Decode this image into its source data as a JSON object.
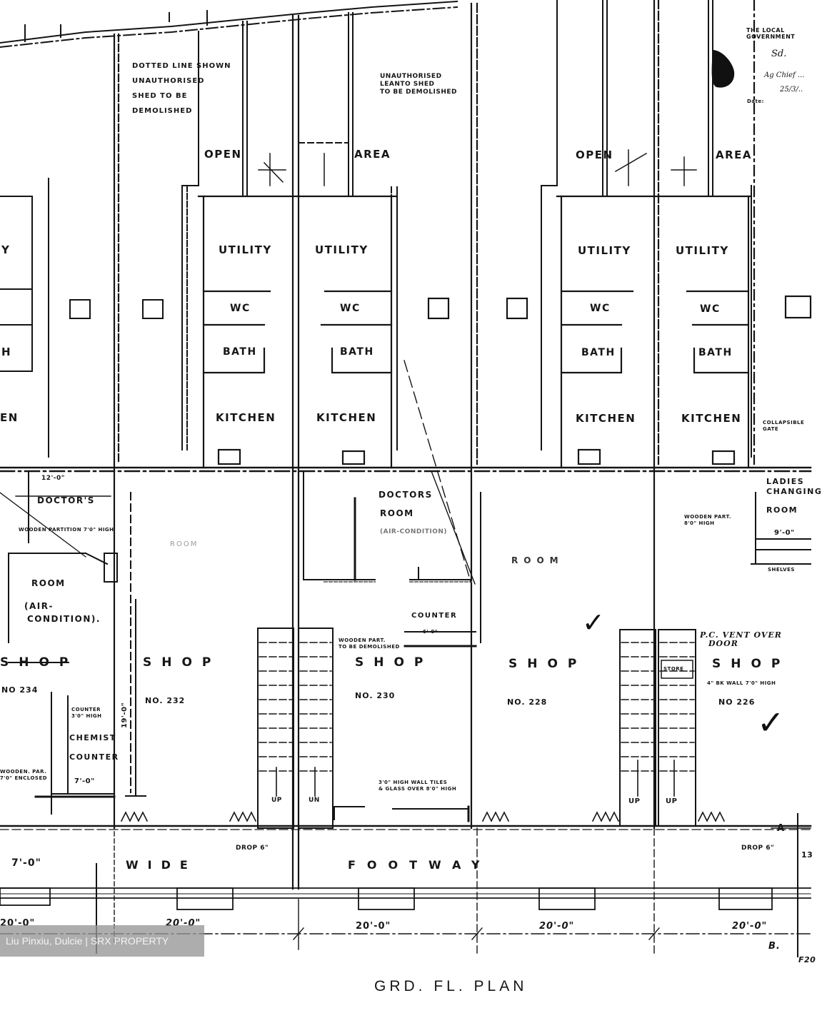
{
  "drawing": {
    "title": "GRD. FL. PLAN",
    "watermark": "Liu Pinxiu, Dulcie | SRX PROPERTY",
    "stamp": {
      "authority": "THE LOCAL GOVERNMENT",
      "signature": "Sd.",
      "signed_for": "Ag Chief ...",
      "date_label": "Date:",
      "date_value": "25/3/.."
    }
  },
  "top_notes": {
    "dotted_line": "DOTTED LINE SHOWN UNAUTHORISED SHED TO BE DEMOLISHED",
    "dotted_line_lines": [
      "DOTTED LINE SHOWN",
      "UNAUTHORISED",
      "SHED TO BE",
      "DEMOLISHED"
    ],
    "leanto_lines": [
      "UNAUTHORISED",
      "LEANTO SHED",
      "TO BE DEMOLISHED"
    ]
  },
  "open_areas": [
    {
      "left": "OPEN",
      "right": "AREA"
    },
    {
      "left": "OPEN",
      "right": "AREA"
    }
  ],
  "rear_rooms": {
    "utility": "UTILITY",
    "wc": "WC",
    "bath": "BATH",
    "kitchen": "KITCHEN",
    "partial_left": [
      "Y",
      "H",
      "EN"
    ],
    "collapsible_gate": "COLLAPSIBLE GATE",
    "up_mark": "UP"
  },
  "front_rooms": {
    "doctors_room_left": [
      "DOCTOR'S",
      "ROOM",
      "(AIR-",
      "CONDITION)."
    ],
    "wooden_partition_left": "WOODEN PARTITION 7'0\" HIGH",
    "dim_top_left": "12'-0\"",
    "doctors_room_mid": [
      "DOCTORS",
      "ROOM",
      "(AIR-CONDITION)"
    ],
    "wooden_partition_mid": [
      "WOODEN PART.",
      "TO BE DEMOLISHED"
    ],
    "counter_mid": "COUNTER",
    "counter_dim": "6'-0\"",
    "ladies_changing": [
      "LADIES",
      "CHANGING",
      "ROOM"
    ],
    "ladies_dim": "9'-0\"",
    "ladies_partition": [
      "WOODEN PART.",
      "8'0\" HIGH"
    ],
    "shelves": "SHELVES",
    "faint_marks": [
      "ROOM",
      "ROOM"
    ]
  },
  "shops": [
    {
      "label": "SHOP",
      "number": "NO 234"
    },
    {
      "label": "SHOP",
      "number": "NO. 232"
    },
    {
      "label": "SHOP",
      "number": "NO. 230"
    },
    {
      "label": "SHOP",
      "number": "NO. 228"
    },
    {
      "label": "SHOP",
      "number": "NO 226"
    }
  ],
  "shop_notes": {
    "counter_note": [
      "COUNTER",
      "3'0\" HIGH"
    ],
    "chemist_counter": [
      "CHEMIST",
      "COUNTER"
    ],
    "wooden_enclosure": [
      "WOODEN. PAR.",
      "7'0\" ENCLOSED"
    ],
    "counter_width": "7'-0\"",
    "depth_dim": "19'-0\"",
    "wall_tiles": [
      "3'0\" HIGH WALL TILES",
      "& GLASS OVER 8'0\" HIGH"
    ],
    "vent_note": [
      "P.C. VENT OVER",
      "DOOR"
    ],
    "store": "STORE",
    "wall_note": "4\" BK WALL 7'0\" HIGH",
    "stair_up": "UP",
    "stair_up_alt": "UN"
  },
  "footway": {
    "left_width": "7'-0\"",
    "wide": "WIDE",
    "footway": "FOOTWAY",
    "drop_left": "DROP 6\"",
    "drop_right": "DROP 6\"",
    "section_mark_top": "A",
    "section_mark_bottom": "B.",
    "section_dim": "13",
    "section_dim_bottom": "F20"
  },
  "dimensions": {
    "bays": [
      "20'-0\"",
      "20'-0\"",
      "20'-0\"",
      "20'-0\"",
      "20'-0\""
    ]
  }
}
